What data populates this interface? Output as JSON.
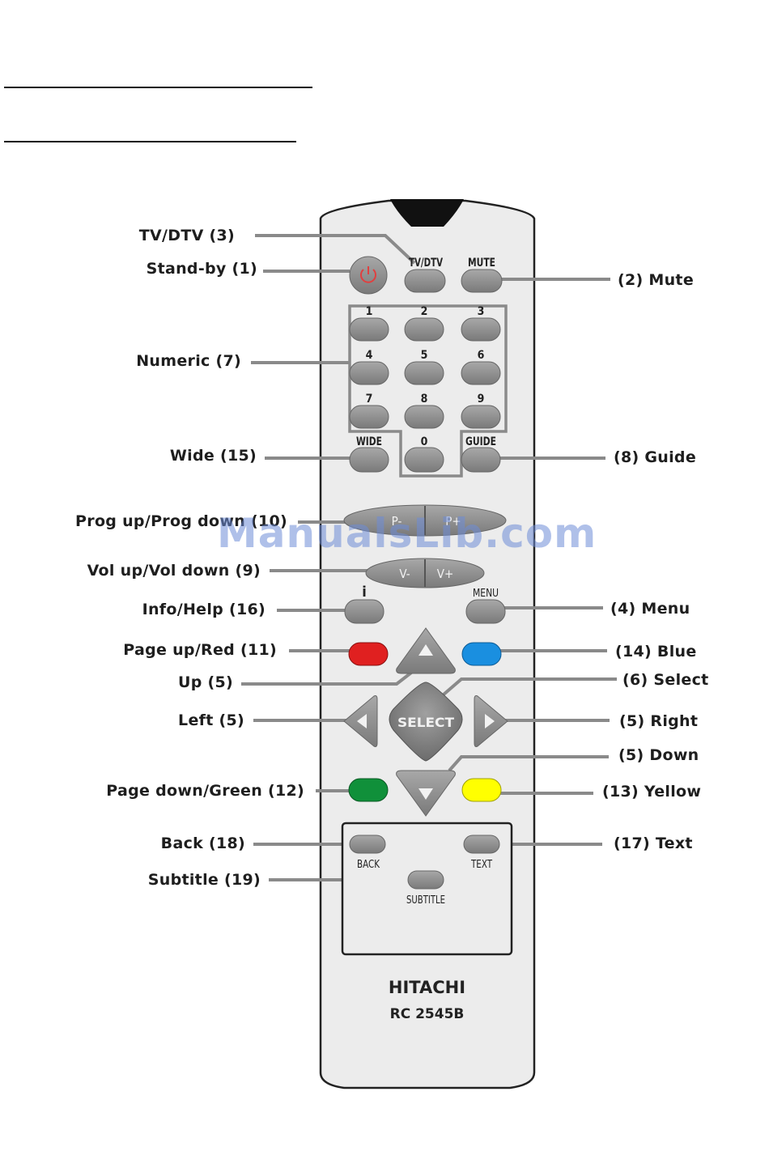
{
  "remote": {
    "brand": "HITACHI",
    "model": "RC 2545B",
    "buttons": {
      "tv_dtv": "TV/DTV",
      "mute": "MUTE",
      "standby_icon": "power-icon",
      "numbers": [
        "1",
        "2",
        "3",
        "4",
        "5",
        "6",
        "7",
        "8",
        "9"
      ],
      "wide": "WIDE",
      "zero": "0",
      "guide": "GUIDE",
      "prog_down": "P-",
      "prog_up": "P+",
      "vol_down": "V-",
      "vol_up": "V+",
      "info": "i",
      "menu": "MENU",
      "select": "SELECT",
      "back": "BACK",
      "text": "TEXT",
      "subtitle": "SUBTITLE"
    },
    "colors": {
      "red": "#e02020",
      "blue": "#1a8fe0",
      "green": "#10903a",
      "yellow": "#ffff00",
      "standby_red": "#e04040"
    }
  },
  "callouts_left": [
    "TV/DTV  (3)",
    "Stand-by  (1)",
    "Numeric  (7)",
    "Wide  (15)",
    "Prog up/Prog down  (10)",
    "Vol up/Vol down  (9)",
    "Info/Help  (16)",
    "Page up/Red (11)",
    "Up  (5)",
    "Left  (5)",
    "Page down/Green  (12)",
    "Back  (18)",
    "Subtitle  (19)"
  ],
  "callouts_right": [
    "(2)  Mute",
    "(8)  Guide",
    "(4)  Menu",
    "(14)  Blue",
    "(6)  Select",
    "(5)  Right",
    "(5)  Down",
    "(13)  Yellow",
    "(17) Text"
  ],
  "watermark": "ManualsLib.com"
}
